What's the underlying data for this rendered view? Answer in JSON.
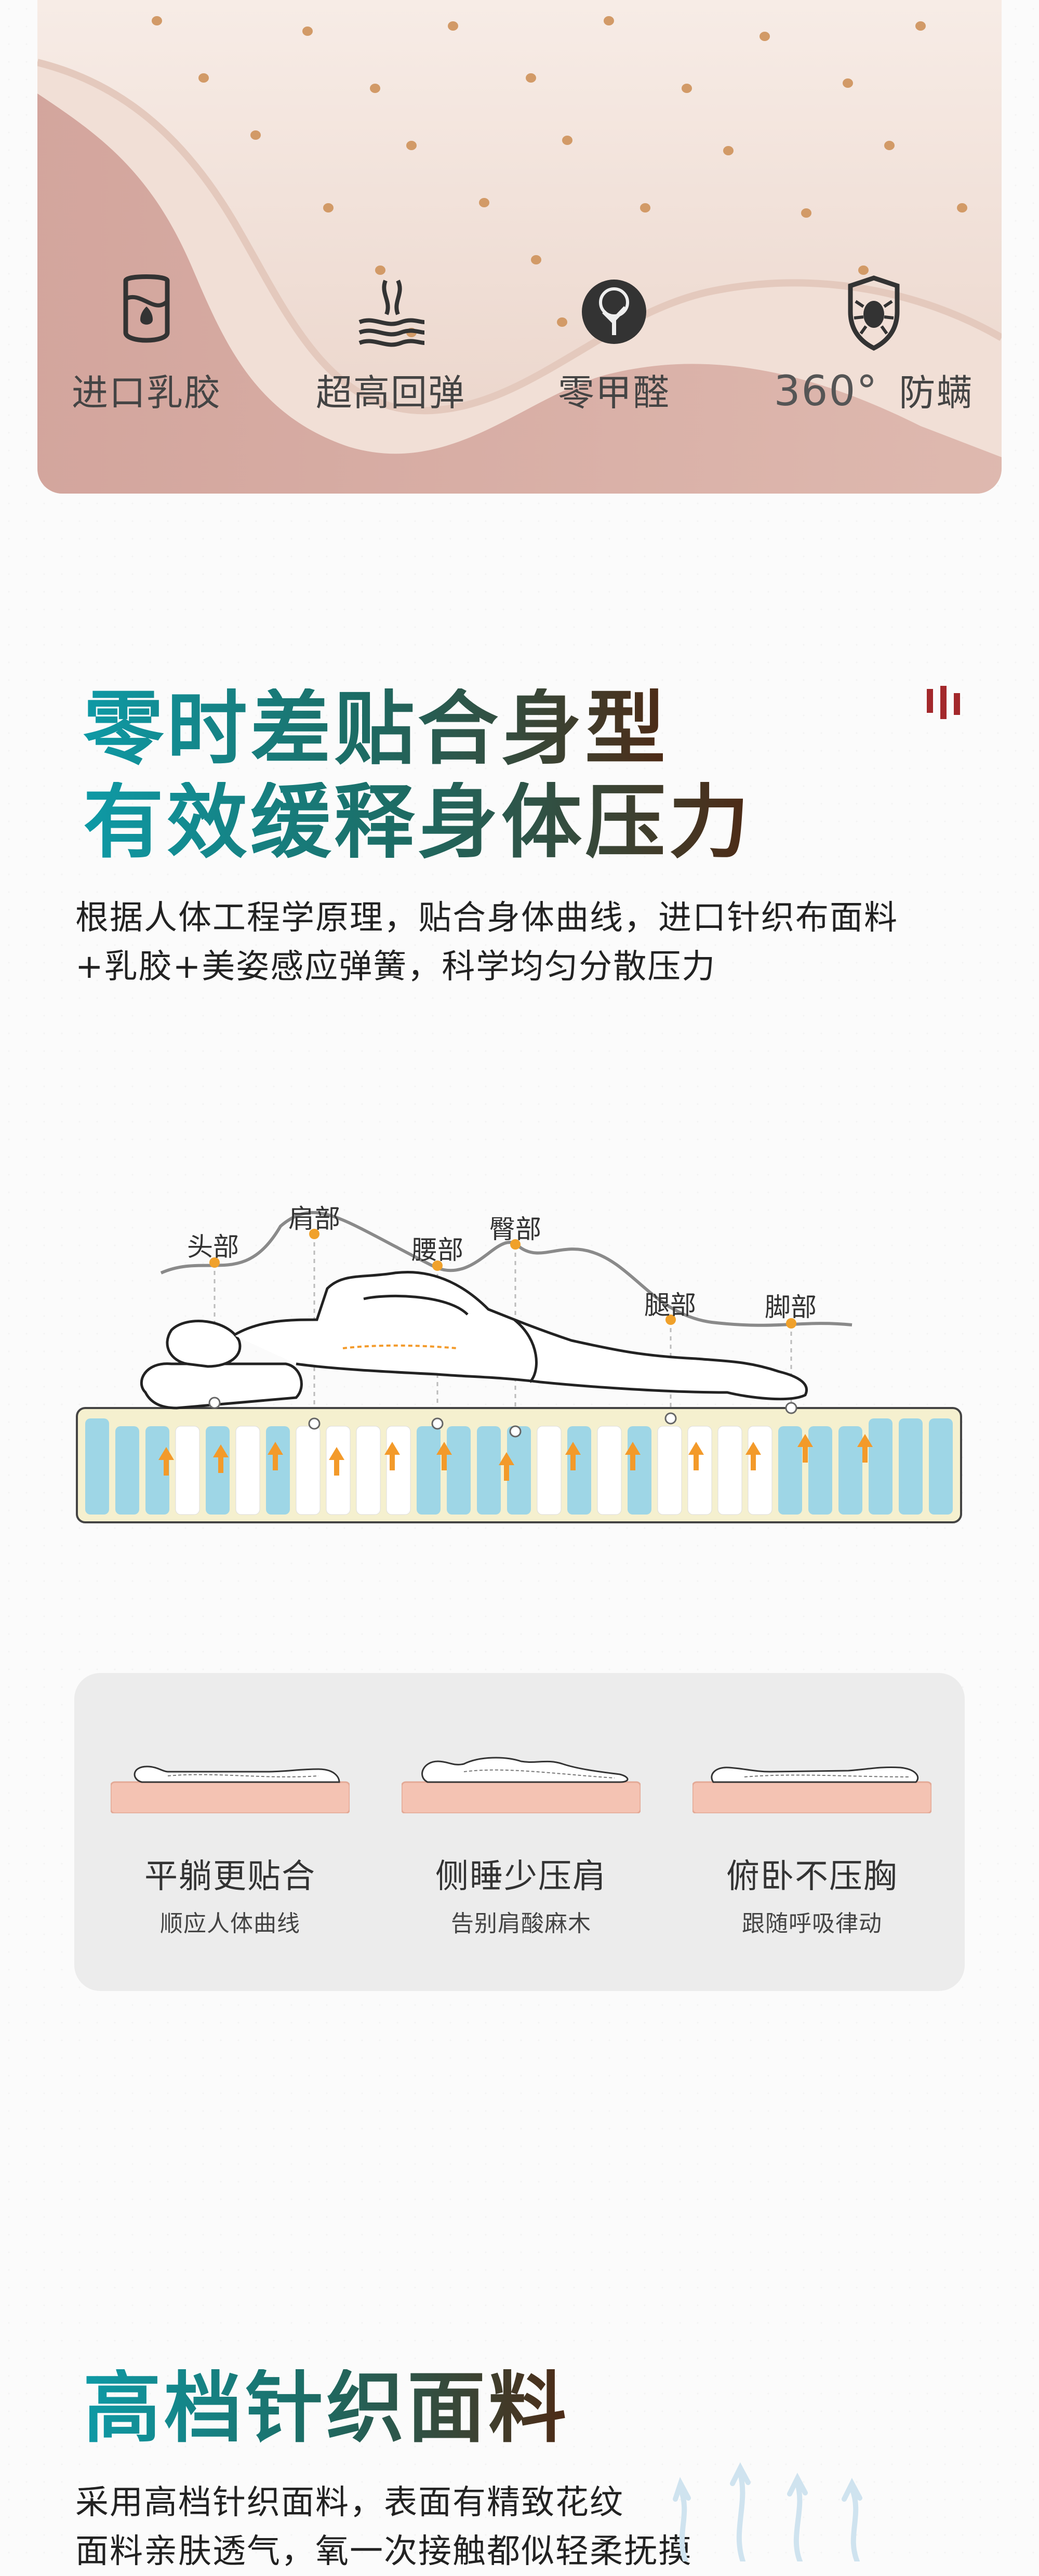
{
  "hero": {
    "features": [
      {
        "icon": "latex-drop-icon",
        "label": "进口乳胶"
      },
      {
        "icon": "rebound-spring-icon",
        "label": "超高回弹"
      },
      {
        "icon": "tree-leaf-icon",
        "label": "零甲醛"
      },
      {
        "icon": "mite-shield-icon",
        "label_num": "360°",
        "label": "防螨"
      }
    ]
  },
  "section1": {
    "headline_line1": "零时差贴合身型",
    "headline_line2": "有效缓释身体压力",
    "desc_line1": "根据人体工程学原理，贴合身体曲线，进口针织布面料",
    "desc_line2": "+乳胶+美姿感应弹簧，科学均匀分散压力"
  },
  "diagram": {
    "labels": [
      "头部",
      "肩部",
      "腰部",
      "臀部",
      "腿部",
      "脚部"
    ]
  },
  "postures": [
    {
      "title": "平躺更贴合",
      "subtitle": "顺应人体曲线"
    },
    {
      "title": "侧睡少压肩",
      "subtitle": "告别肩酸麻木"
    },
    {
      "title": "俯卧不压胸",
      "subtitle": "跟随呼吸律动"
    }
  ],
  "section2": {
    "headline": "高档针织面料",
    "desc_line1": "采用高档针织面料，表面有精致花纹",
    "desc_line2": "面料亲肤透气，氧一次接触都似轻柔抚摸"
  },
  "colors": {
    "accent_teal": "#0e9aa6",
    "accent_brown": "#4e2a15",
    "pink_pad": "#f4c3b3",
    "marker_orange": "#f0a12b"
  }
}
